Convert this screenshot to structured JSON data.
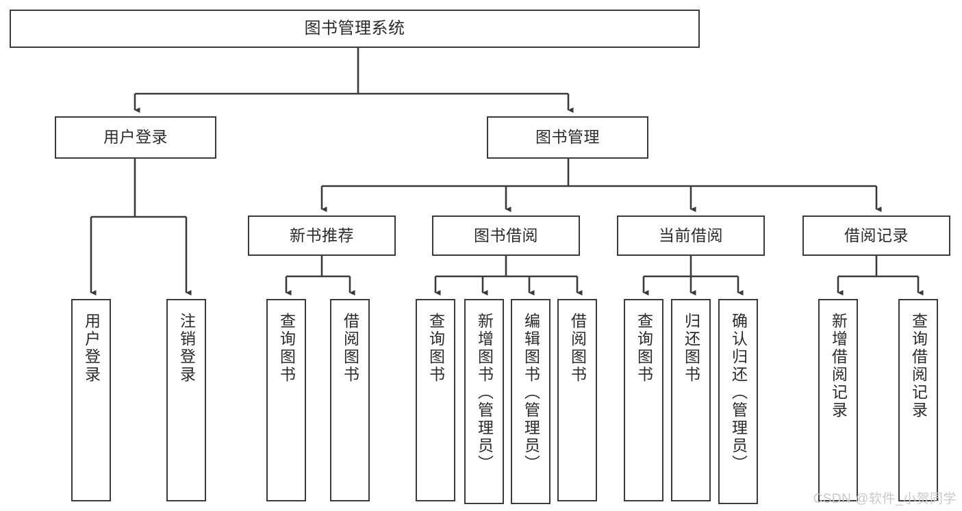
{
  "diagram": {
    "type": "tree",
    "title": "图书管理系统",
    "orientation": "top-down",
    "style": {
      "box_border_color": "#3a3a3a",
      "box_fill_color": "#ffffff",
      "connector_color": "#3a3a3a",
      "text_color": "#2b2b2b",
      "watermark_color": "#c9c9c9"
    },
    "nodes": {
      "root": {
        "label": "图书管理系统",
        "level": 1,
        "text_orientation": "horizontal"
      },
      "user_login": {
        "label": "用户登录",
        "level": 2,
        "text_orientation": "horizontal"
      },
      "book_manage": {
        "label": "图书管理",
        "level": 2,
        "text_orientation": "horizontal"
      },
      "new_book_rec": {
        "label": "新书推荐",
        "level": 3,
        "text_orientation": "horizontal"
      },
      "book_borrow": {
        "label": "图书借阅",
        "level": 3,
        "text_orientation": "horizontal"
      },
      "current_borrow": {
        "label": "当前借阅",
        "level": 3,
        "text_orientation": "horizontal"
      },
      "borrow_record": {
        "label": "借阅记录",
        "level": 3,
        "text_orientation": "horizontal"
      },
      "leaf_user_login": {
        "label": "用户登录",
        "level": 4,
        "text_orientation": "vertical"
      },
      "leaf_logout": {
        "label": "注销登录",
        "level": 4,
        "text_orientation": "vertical"
      },
      "leaf_query_book_1": {
        "label": "查询图书",
        "level": 4,
        "text_orientation": "vertical"
      },
      "leaf_borrow_book_1": {
        "label": "借阅图书",
        "level": 4,
        "text_orientation": "vertical"
      },
      "leaf_query_book_2": {
        "label": "查询图书",
        "level": 4,
        "text_orientation": "vertical"
      },
      "leaf_add_book": {
        "label": "新增图书（管理员）",
        "level": 4,
        "text_orientation": "vertical"
      },
      "leaf_edit_book": {
        "label": "编辑图书（管理员）",
        "level": 4,
        "text_orientation": "vertical"
      },
      "leaf_borrow_book_2": {
        "label": "借阅图书",
        "level": 4,
        "text_orientation": "vertical"
      },
      "leaf_query_book_3": {
        "label": "查询图书",
        "level": 4,
        "text_orientation": "vertical"
      },
      "leaf_return_book": {
        "label": "归还图书",
        "level": 4,
        "text_orientation": "vertical"
      },
      "leaf_confirm_return": {
        "label": "确认归还（管理员）",
        "level": 4,
        "text_orientation": "vertical"
      },
      "leaf_add_record": {
        "label": "新增借阅记录",
        "level": 4,
        "text_orientation": "vertical"
      },
      "leaf_query_record": {
        "label": "查询借阅记录",
        "level": 4,
        "text_orientation": "vertical"
      }
    },
    "edges": [
      {
        "from": "root",
        "to": "user_login"
      },
      {
        "from": "root",
        "to": "book_manage"
      },
      {
        "from": "user_login",
        "to": "leaf_user_login"
      },
      {
        "from": "user_login",
        "to": "leaf_logout"
      },
      {
        "from": "book_manage",
        "to": "new_book_rec"
      },
      {
        "from": "book_manage",
        "to": "book_borrow"
      },
      {
        "from": "book_manage",
        "to": "current_borrow"
      },
      {
        "from": "book_manage",
        "to": "borrow_record"
      },
      {
        "from": "new_book_rec",
        "to": "leaf_query_book_1"
      },
      {
        "from": "new_book_rec",
        "to": "leaf_borrow_book_1"
      },
      {
        "from": "book_borrow",
        "to": "leaf_query_book_2"
      },
      {
        "from": "book_borrow",
        "to": "leaf_add_book"
      },
      {
        "from": "book_borrow",
        "to": "leaf_edit_book"
      },
      {
        "from": "book_borrow",
        "to": "leaf_borrow_book_2"
      },
      {
        "from": "current_borrow",
        "to": "leaf_query_book_3"
      },
      {
        "from": "current_borrow",
        "to": "leaf_return_book"
      },
      {
        "from": "current_borrow",
        "to": "leaf_confirm_return"
      },
      {
        "from": "borrow_record",
        "to": "leaf_add_record"
      },
      {
        "from": "borrow_record",
        "to": "leaf_query_record"
      }
    ]
  },
  "watermark": {
    "text": "CSDN @软件_小贺同学"
  }
}
